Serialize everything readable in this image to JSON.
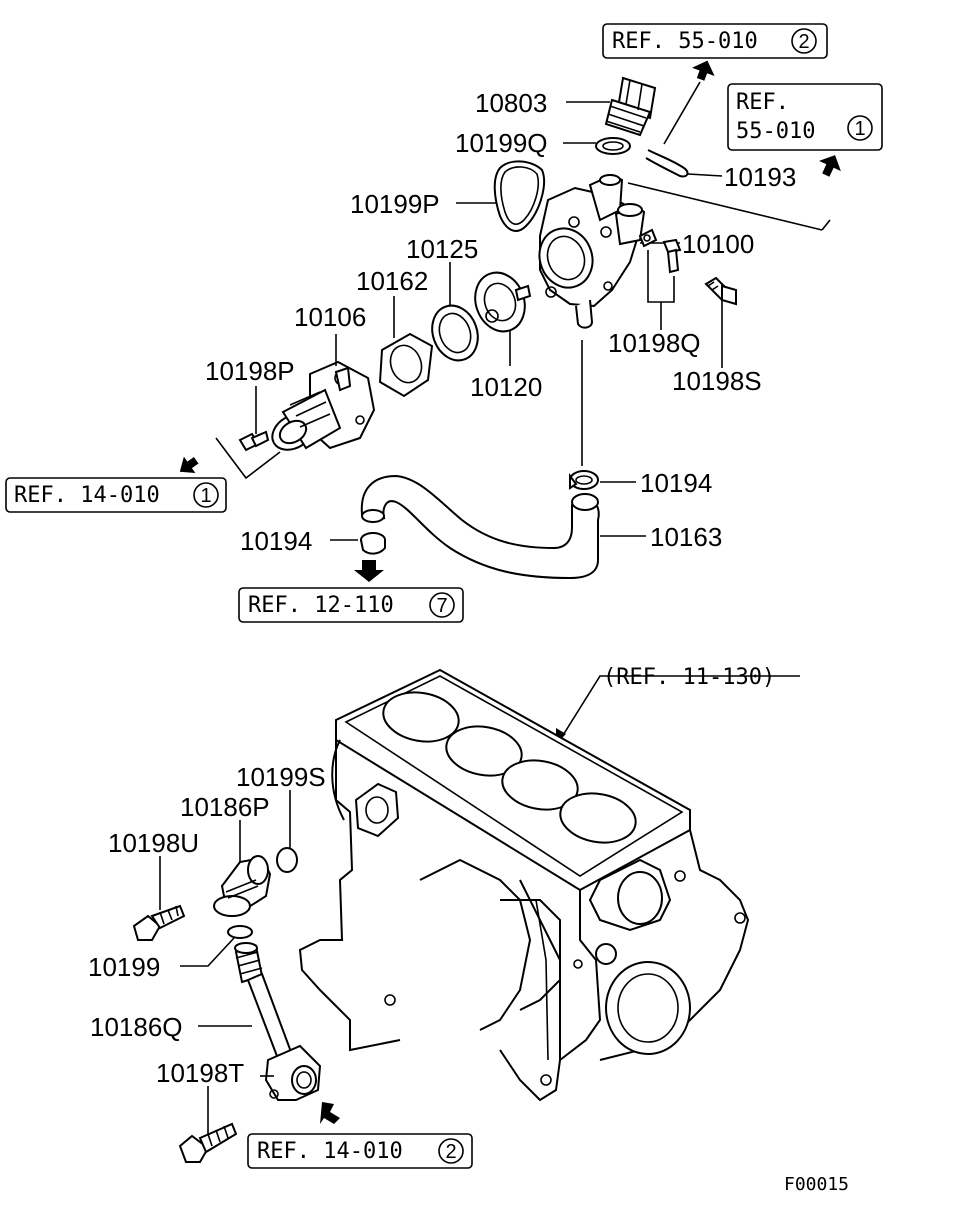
{
  "diagram": {
    "code": "F00015",
    "labels": {
      "p10803": "10803",
      "p10199Q": "10199Q",
      "p10199P": "10199P",
      "p10193": "10193",
      "p10125": "10125",
      "p10162": "10162",
      "p10100": "10100",
      "p10106": "10106",
      "p10198Q": "10198Q",
      "p10120": "10120",
      "p10198S": "10198S",
      "p10198P": "10198P",
      "p10194a": "10194",
      "p10194b": "10194",
      "p10163": "10163",
      "p10199S": "10199S",
      "p10186P": "10186P",
      "p10198U": "10198U",
      "p10199": "10199",
      "p10186Q": "10186Q",
      "p10198T": "10198T"
    },
    "refs": {
      "r55_2": {
        "text": "REF. 55-010",
        "num": "2"
      },
      "r55_1": {
        "line1": "REF.",
        "line2": "55-010",
        "num": "1"
      },
      "r14_1": {
        "text": "REF. 14-010",
        "num": "1"
      },
      "r12_7": {
        "text": "REF. 12-110",
        "num": "7"
      },
      "r11_130": {
        "text": "(REF. 11-130)"
      },
      "r14_2": {
        "text": "REF. 14-010",
        "num": "2"
      }
    }
  }
}
